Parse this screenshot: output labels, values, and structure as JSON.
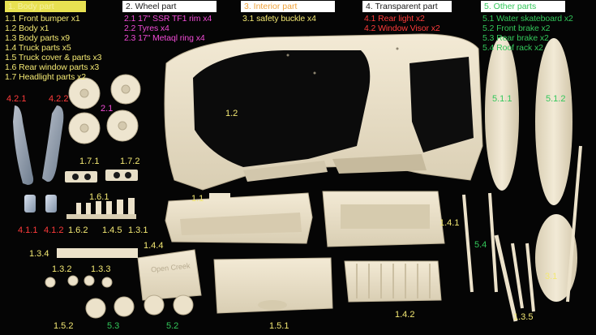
{
  "colors": {
    "background": "#050505",
    "resin": "#ece3cd",
    "resin_shadow": "#c9bea3",
    "clear_part": "#a9b7c9",
    "yellow": "#f3e873",
    "red": "#ff3b3b",
    "magenta": "#f24bd7",
    "green": "#33c75a"
  },
  "headers": [
    {
      "text": "1. Body part",
      "bg": "#e8e152",
      "fg": "#f6f0a0"
    },
    {
      "text": "2. Wheel part",
      "bg": "#ffffff",
      "fg": "#1a1a1a"
    },
    {
      "text": "3. Interior part",
      "bg": "#ffffff",
      "fg": "#f0a23a"
    },
    {
      "text": "4. Transparent part",
      "bg": "#ffffff",
      "fg": "#1a1a1a"
    },
    {
      "text": "5. Other parts",
      "bg": "#ffffff",
      "fg": "#33c75a"
    }
  ],
  "lists": {
    "body": [
      "1.1 Front bumper x1",
      "1.2 Body x1",
      "1.3 Body parts x9",
      "1.4 Truck parts x5",
      "1.5 Truck cover & parts x3",
      "1.6 Rear window parts x3",
      "1.7 Headlight parts x2"
    ],
    "wheel": [
      "2.1 17\" SSR TF1 rim x4",
      "2.2 Tyres x4",
      "2.3 17\" Metaql ring x4"
    ],
    "interior": [
      "3.1 safety buckle x4"
    ],
    "transparent": [
      "4.1 Rear light x2",
      "4.2 Window Visor x2"
    ],
    "other": [
      "5.1 Water skateboard x2",
      "5.2 Front brake x2",
      "5.3 Rear brake x2",
      "5.4 Roof rack x2"
    ]
  },
  "labels": {
    "l421": "4.2.1",
    "l422": "4.2.2",
    "l21": "2.1",
    "l12": "1.2",
    "l511": "5.1.1",
    "l512": "5.1.2",
    "l171": "1.7.1",
    "l172": "1.7.2",
    "l11": "1.1",
    "l161": "1.6.1",
    "l411": "4.1.1",
    "l412": "4.1.2",
    "l162": "1.6.2",
    "l145": "1.4.5",
    "l131": "1.3.1",
    "l141": "1.4.1",
    "l54": "5.4",
    "l144": "1.4.4",
    "l134": "1.3.4",
    "l132": "1.3.2",
    "l133": "1.3.3",
    "l31": "3.1",
    "l142": "1.4.2",
    "l135": "1.3.5",
    "l152": "1.5.2",
    "l53": "5.3",
    "l52": "5.2",
    "l151": "1.5.1",
    "hood_text": "Open Creek"
  }
}
